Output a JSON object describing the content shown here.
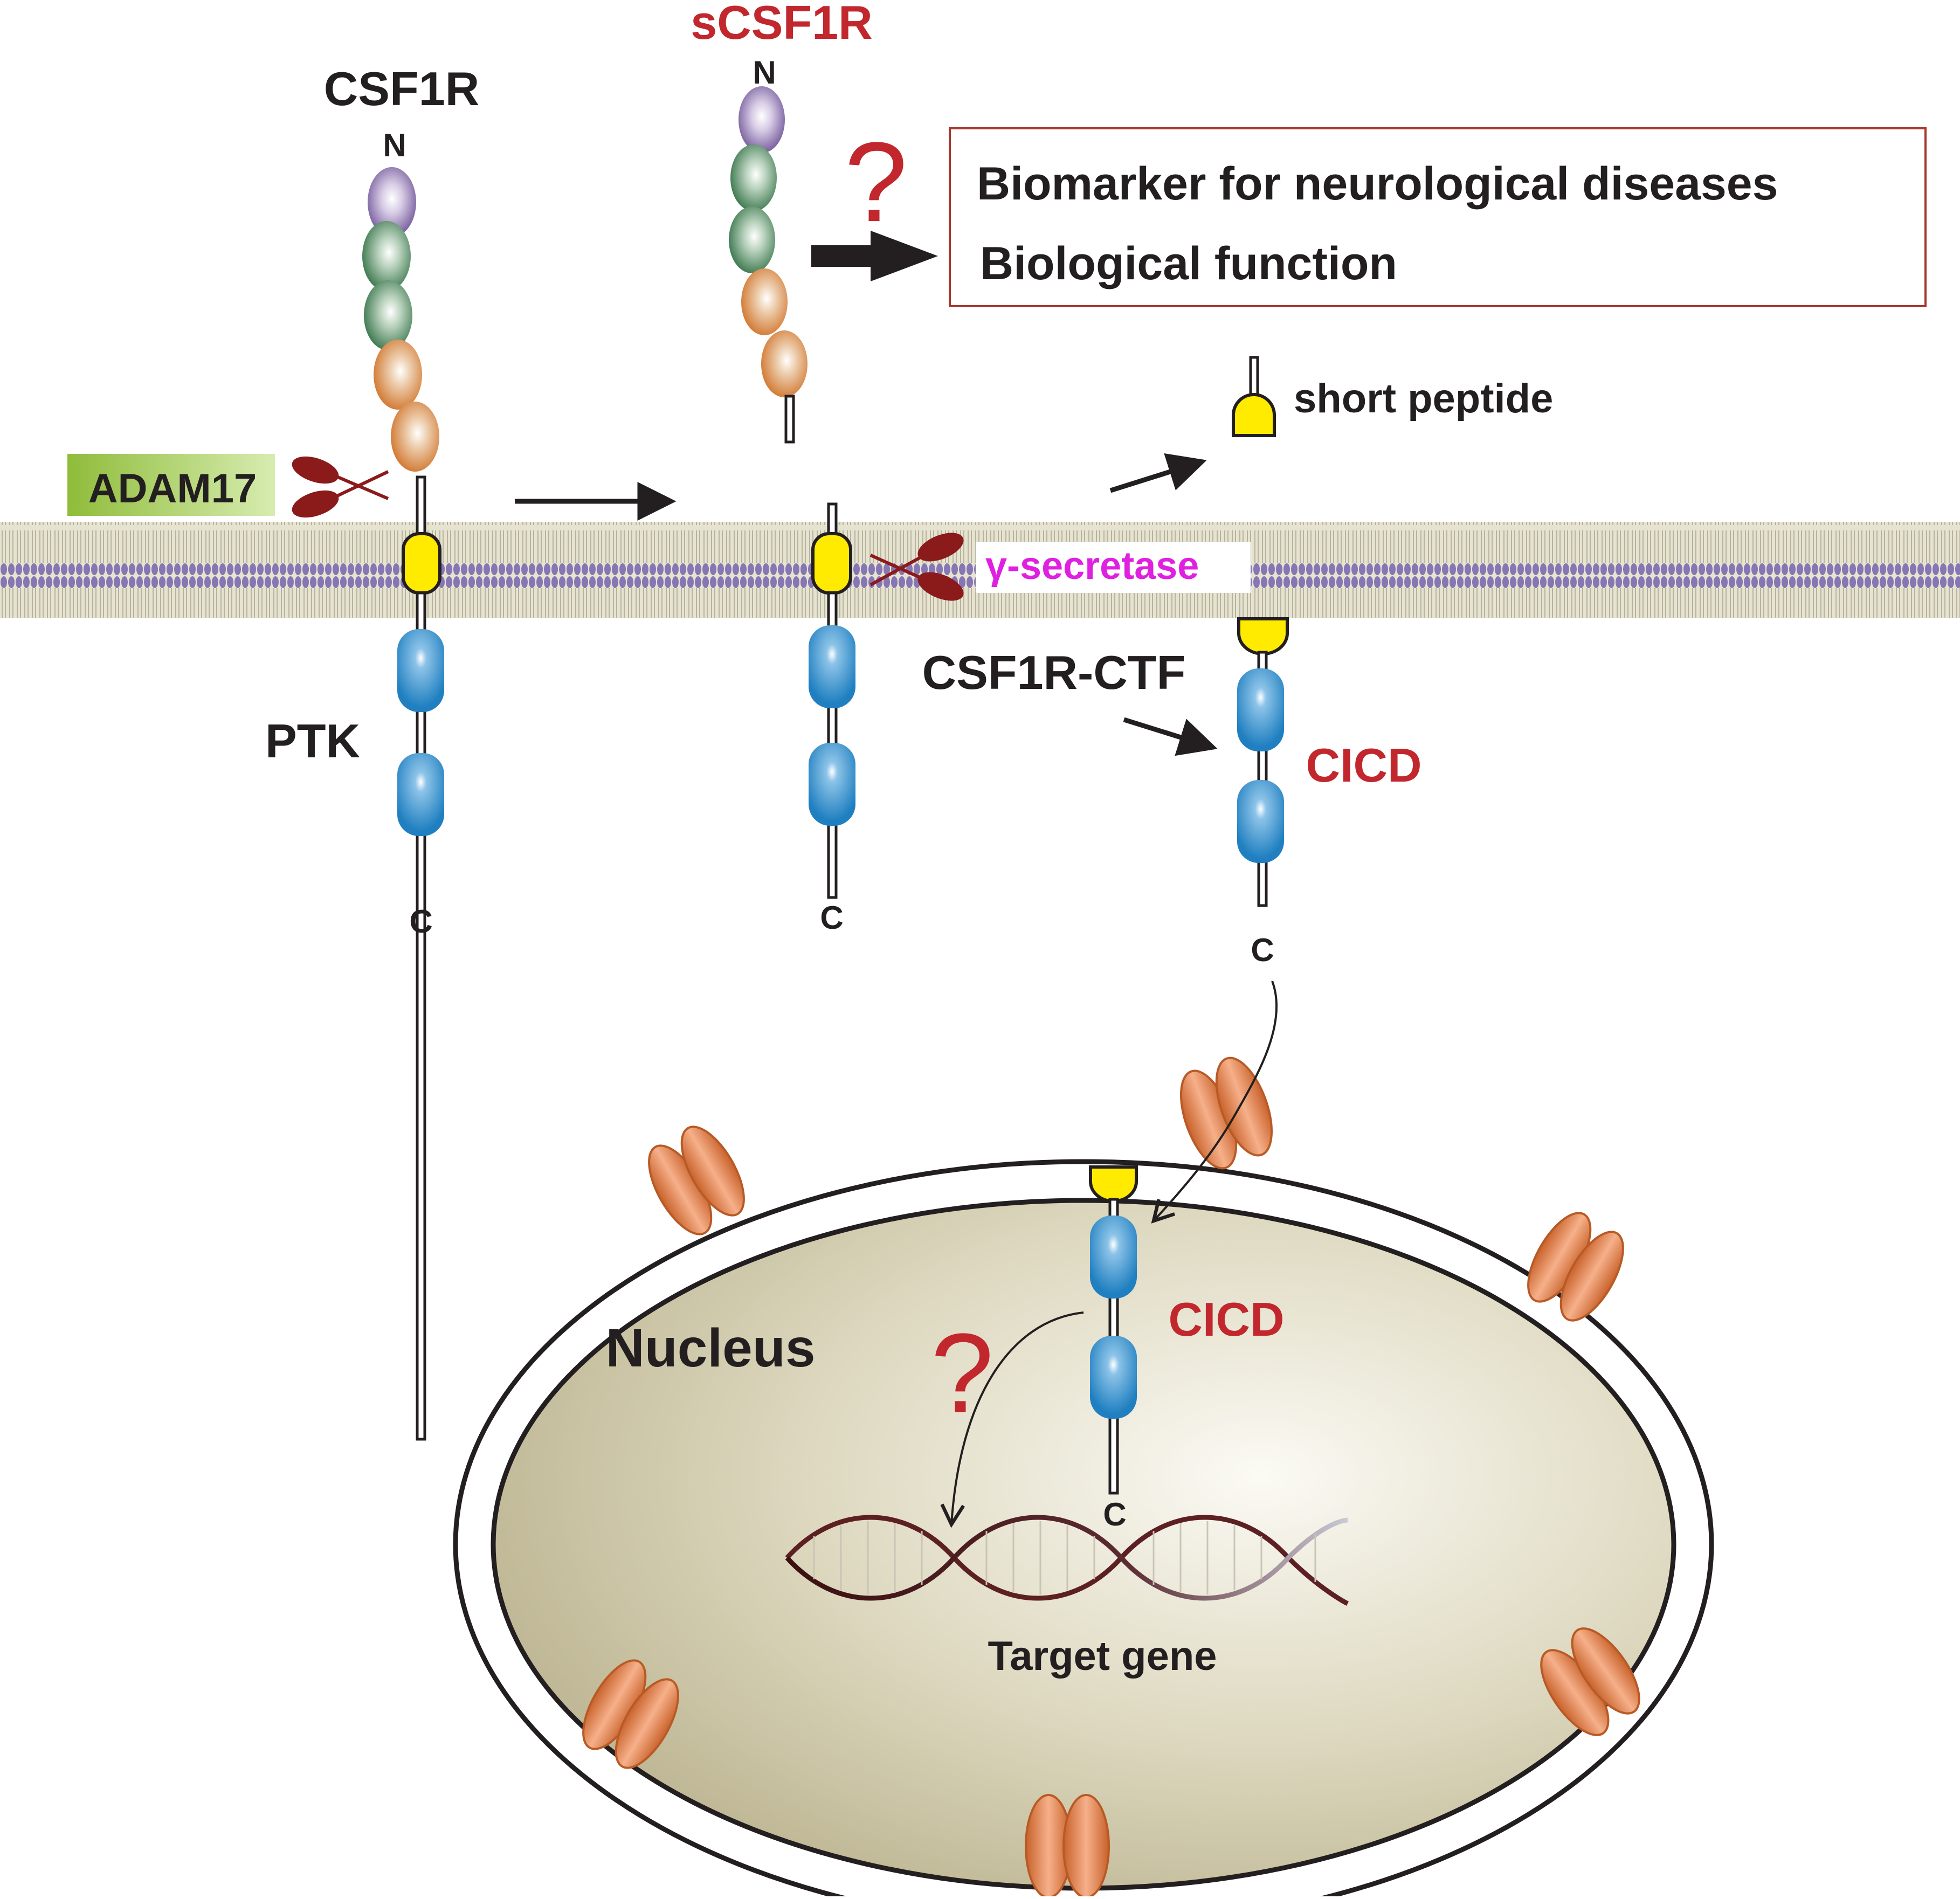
{
  "labels": {
    "csf1r": "CSF1R",
    "scsf1r": "sCSF1R",
    "n_terminus": "N",
    "c_terminus": "C",
    "adam17": "ADAM17",
    "gamma_secretase": "γ-secretase",
    "ptk": "PTK",
    "csf1r_ctf": "CSF1R-CTF",
    "cicd": "CICD",
    "short_peptide": "short peptide",
    "nucleus": "Nucleus",
    "target_gene": "Target gene",
    "question_mark": "?"
  },
  "info_box": {
    "line1": "Biomarker for neurological diseases",
    "line2": "Biological function"
  },
  "colors": {
    "dark_text": "#231f20",
    "red_text": "#c1272d",
    "magenta": "#e020e0",
    "dark_red": "#8b1a1a",
    "purple_domain": "#7b5a9e",
    "green_domain": "#3e7b4f",
    "orange_domain": "#d97a2b",
    "blue_domain": "#2b86c5",
    "yellow_domain": "#ffeb00",
    "membrane_purple": "#7a6aa8",
    "membrane_fill": "#e3e0cc",
    "nucleus_fill": "#cdc7a6",
    "pore_orange": "#e07b3c",
    "adam17_bg": "#9cc44a"
  },
  "icons": [
    "scissors-icon",
    "nuclear-pore-icon",
    "dna-helix-icon",
    "arrow-icon"
  ]
}
